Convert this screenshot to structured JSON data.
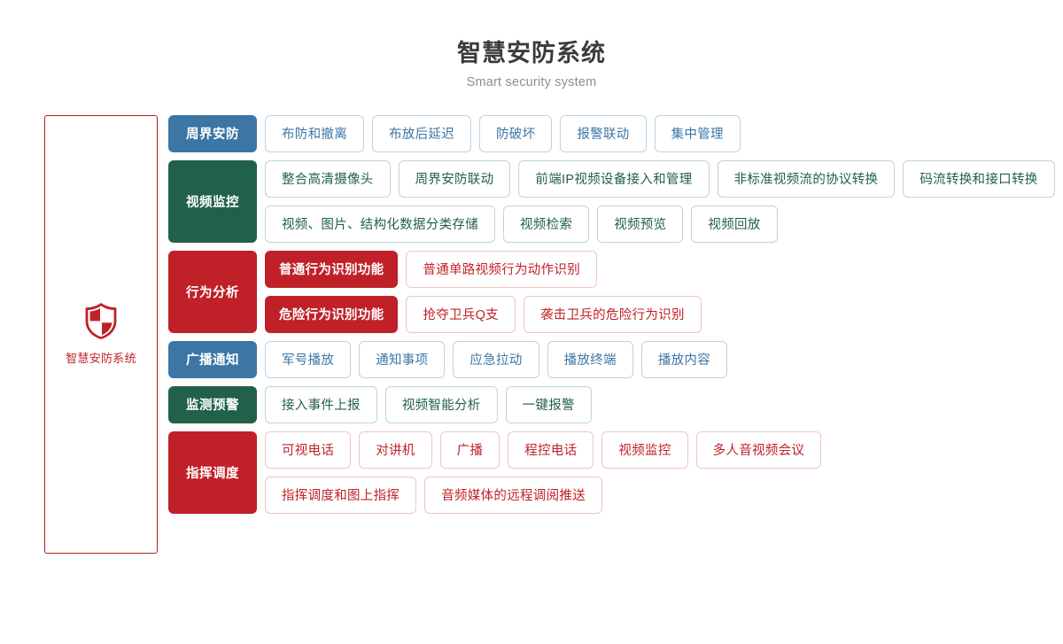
{
  "header": {
    "title": "智慧安防系统",
    "subtitle": "Smart security system"
  },
  "brand": {
    "icon": "shield-icon",
    "name": "智慧安防系统",
    "color": "#c02128"
  },
  "colors": {
    "blue": "#3b76a5",
    "green": "#226149",
    "red": "#c02128",
    "blue_border": "#bdd3e3",
    "green_border": "#c2d4cc",
    "red_border": "#eec5c7",
    "title": "#3b3b3b",
    "subtitle": "#8d8d8d"
  },
  "rows": [
    {
      "label": "周界安防",
      "theme": "blue",
      "lines": [
        {
          "items": [
            "布防和撤离",
            "布放后延迟",
            "防破坏",
            "报警联动",
            "集中管理"
          ]
        }
      ]
    },
    {
      "label": "视频监控",
      "theme": "green",
      "lines": [
        {
          "items": [
            "整合高清摄像头",
            "周界安防联动",
            "前端IP视频设备接入和管理",
            "非标准视频流的协议转换",
            "码流转换和接口转换"
          ]
        },
        {
          "items": [
            "视频、图片、结构化数据分类存储",
            "视频检索",
            "视频预览",
            "视频回放"
          ]
        }
      ]
    },
    {
      "label": "行为分析",
      "theme": "red",
      "lines": [
        {
          "subcategory": "普通行为识别功能",
          "items": [
            "普通单路视频行为动作识别"
          ]
        },
        {
          "subcategory": "危险行为识别功能",
          "items": [
            "抢夺卫兵Q支",
            "袭击卫兵的危险行为识别"
          ]
        }
      ]
    },
    {
      "label": "广播通知",
      "theme": "blue",
      "lines": [
        {
          "items": [
            "军号播放",
            "通知事项",
            "应急拉动",
            "播放终端",
            "播放内容"
          ]
        }
      ]
    },
    {
      "label": "监测预警",
      "theme": "green",
      "lines": [
        {
          "items": [
            "接入事件上报",
            "视频智能分析",
            "一键报警"
          ]
        }
      ]
    },
    {
      "label": "指挥调度",
      "theme": "red",
      "lines": [
        {
          "items": [
            "可视电话",
            "对讲机",
            "广播",
            "程控电话",
            "视频监控",
            "多人音视频会议"
          ]
        },
        {
          "items": [
            "指挥调度和图上指挥",
            "音频媒体的远程调阅推送"
          ]
        }
      ]
    }
  ]
}
